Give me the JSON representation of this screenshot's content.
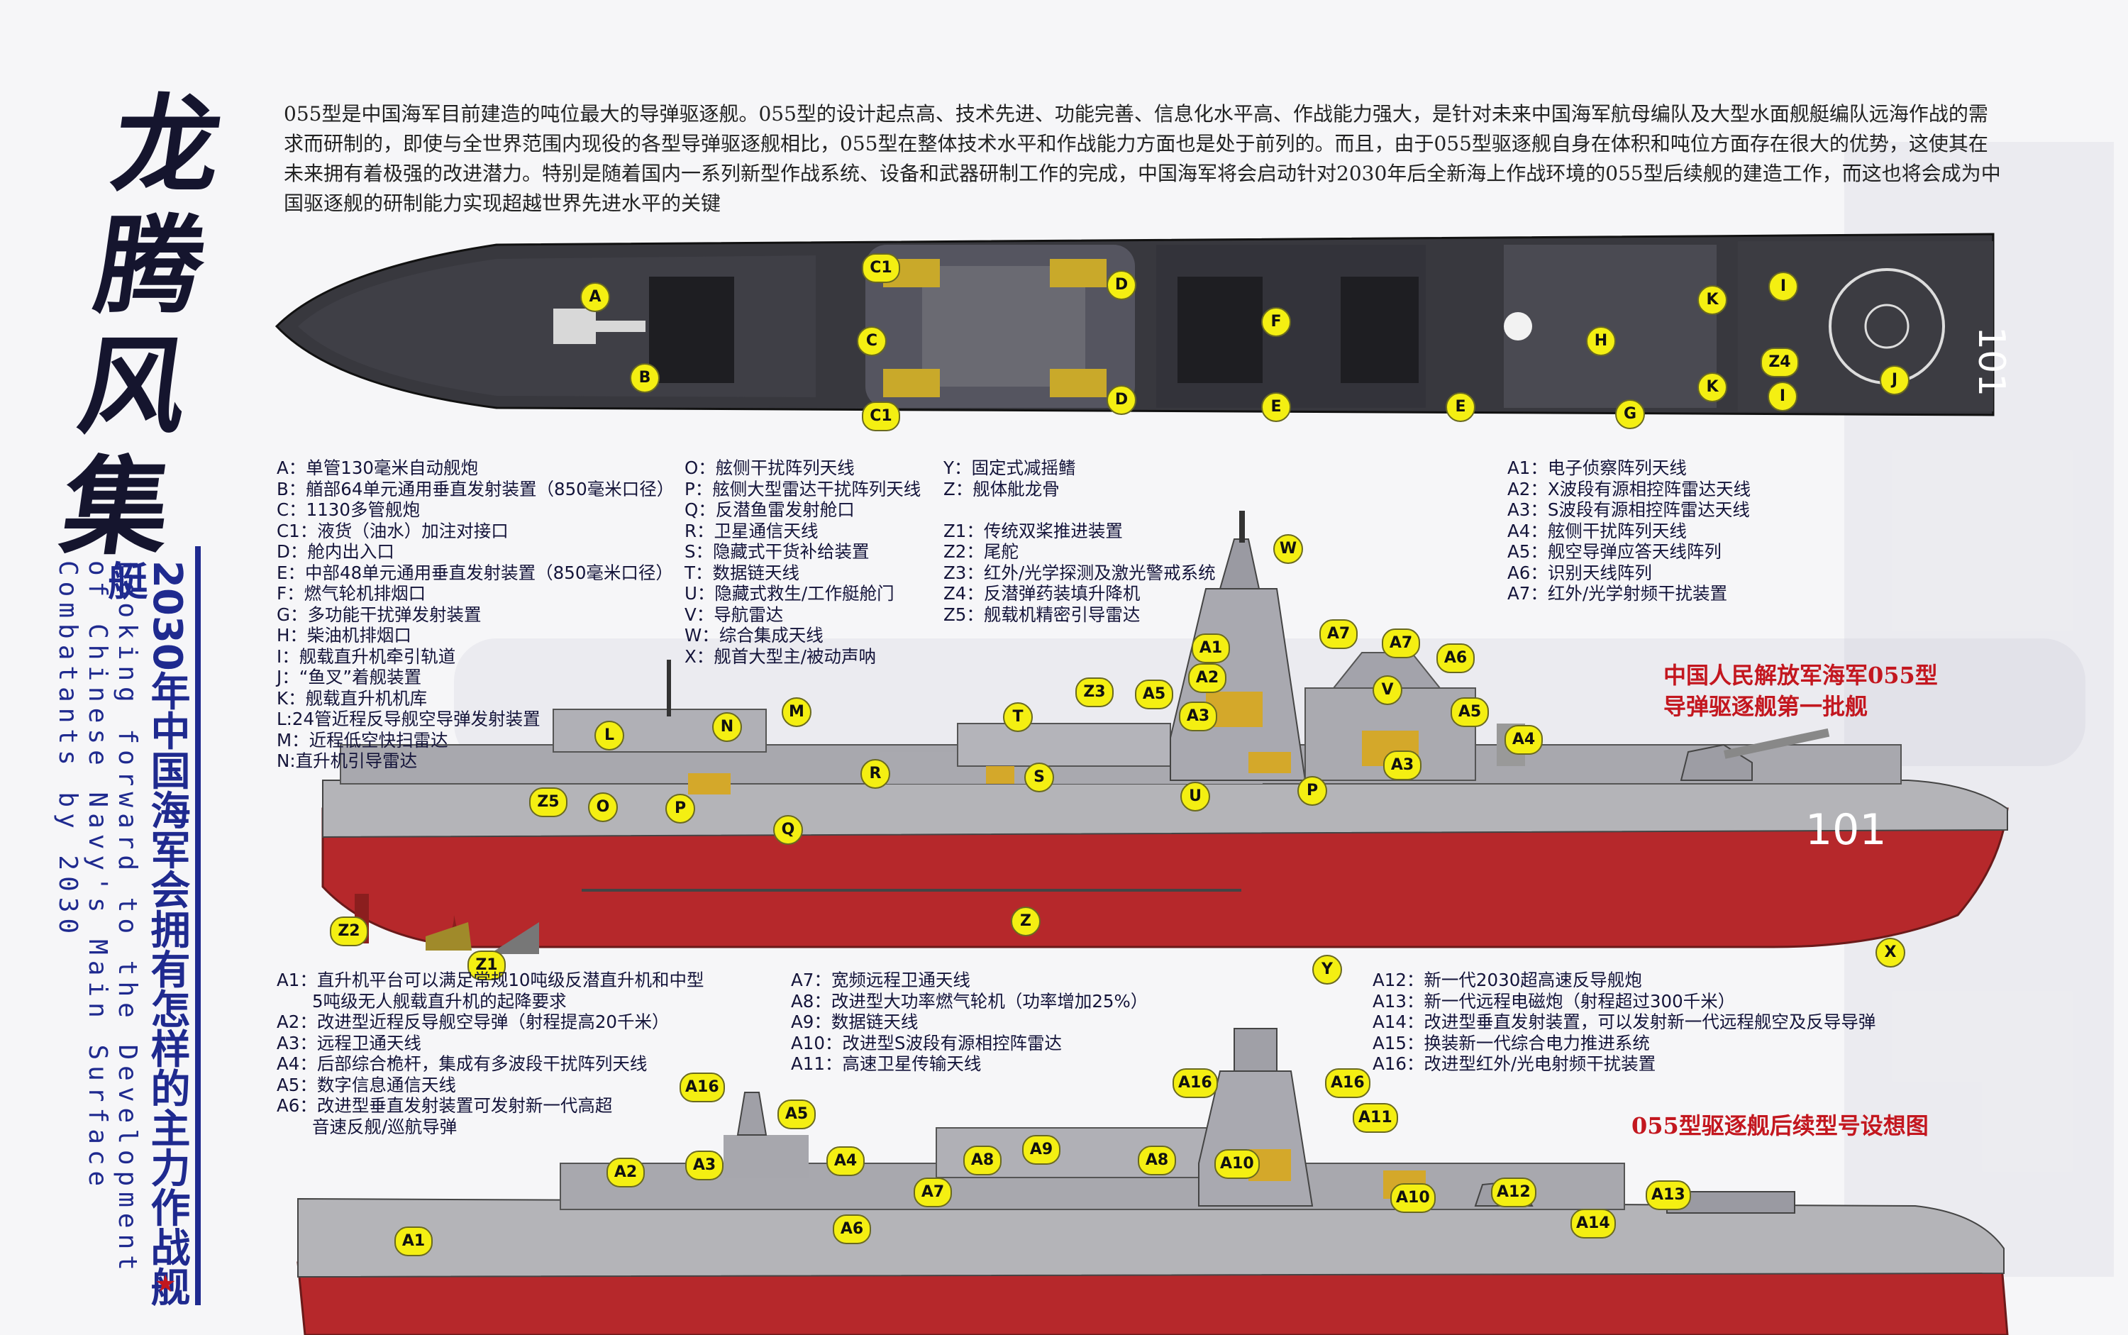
{
  "calligraphy": "龙腾风集",
  "side_title_cn": "2030年中国海军会拥有怎样的主力作战舰艇",
  "side_title_en": "Looking forward to the Development of Chinese Navy's Main Surface Combatants by 2030",
  "intro": "055型是中国海军目前建造的吨位最大的导弹驱逐舰。055型的设计起点高、技术先进、功能完善、信息化水平高、作战能力强大，是针对未来中国海军航母编队及大型水面舰艇编队远海作战的需求而研制的，即使与全世界范围内现役的各型导弹驱逐舰相比，055型在整体技术水平和作战能力方面也是处于前列的。而且，由于055型驱逐舰自身在体积和吨位方面存在很大的优势，这使其在未来拥有着极强的改进潜力。特别是随着国内一系列新型作战系统、设备和武器研制工作的完成，中国海军将会启动针对2030年后全新海上作战环境的055型后续舰的建造工作，而这也将会成为中国驱逐舰的研制能力实现超越世界先进水平的关键",
  "hull_number": "101",
  "legend_col1": [
    "A：单管130毫米自动舰炮",
    "B：艏部64单元通用垂直发射装置（850毫米口径）",
    "C：1130多管舰炮",
    "C1：液货（油水）加注对接口",
    "D：舱内出入口",
    "E：中部48单元通用垂直发射装置（850毫米口径）",
    "F：燃气轮机排烟口",
    "G：多功能干扰弹发射装置",
    "H：柴油机排烟口",
    "I：舰载直升机牵引轨道",
    "J：“鱼叉”着舰装置",
    "K：舰载直升机机库",
    "L:24管近程反导舰空导弹发射装置",
    "M：近程低空快扫雷达",
    "N:直升机引导雷达"
  ],
  "legend_col2": [
    "O：舷侧干扰阵列天线",
    "P：舷侧大型雷达干扰阵列天线",
    "Q：反潜鱼雷发射舱口",
    "R：卫星通信天线",
    "S：隐藏式干货补给装置",
    "T：数据链天线",
    "U：隐藏式救生/工作艇舱门",
    "V：导航雷达",
    "W：综合集成天线",
    "X：舰首大型主/被动声呐"
  ],
  "legend_col3": [
    "Y：固定式减摇鳍",
    "Z：舰体舭龙骨",
    "",
    "Z1：传统双桨推进装置",
    "Z2：尾舵",
    "Z3：红外/光学探测及激光警戒系统",
    "Z4：反潜弹药装填升降机",
    "Z5：舰载机精密引导雷达"
  ],
  "legend_col4": [
    "A1：电子侦察阵列天线",
    "A2：X波段有源相控阵雷达天线",
    "A3：S波段有源相控阵雷达天线",
    "A4：舷侧干扰阵列天线",
    "A5：舰空导弹应答天线阵列",
    "A6：识别天线阵列",
    "A7：红外/光学射频干扰装置"
  ],
  "ship1_title": [
    "中国人民解放军海军055型",
    "导弹驱逐舰第一批舰"
  ],
  "ship2_title": "055型驱逐舰后续型号设想图",
  "future_col1": [
    "A1：直升机平台可以满足常规10吨级反潜直升机和中型",
    "5吨级无人舰载直升机的起降要求",
    "A2：改进型近程反导舰空导弹（射程提高20千米）",
    "A3：远程卫通天线",
    "A4：后部综合桅杆，集成有多波段干扰阵列天线",
    "A5：数字信息通信天线",
    "A6：改进型垂直发射装置可发射新一代高超",
    "音速反舰/巡航导弹"
  ],
  "future_col2": [
    "A7：宽频远程卫通天线",
    "A8：改进型大功率燃气轮机（功率增加25%）",
    "A9：数据链天线",
    "A10：改进型S波段有源相控阵雷达",
    "A11：高速卫星传输天线"
  ],
  "future_col3": [
    "A12：新一代2030超高速反导舰炮",
    "A13：新一代远程电磁炮（射程超过300千米）",
    "A14：改进型垂直发射装置，可以发射新一代远程舰空及反导导弹",
    "A15：换装新一代综合电力推进系统",
    "A16：改进型红外/光电射频干扰装置"
  ],
  "tags_top": [
    "A",
    "B",
    "C1",
    "C",
    "C1",
    "D",
    "D",
    "F",
    "E",
    "E",
    "G",
    "H",
    "K",
    "K",
    "I",
    "I",
    "Z4",
    "J"
  ],
  "tags_side1": [
    "W",
    "A1",
    "A7",
    "A7",
    "A6",
    "A2",
    "A5",
    "V",
    "A5",
    "A3",
    "A4",
    "Z3",
    "A3",
    "L",
    "N",
    "M",
    "T",
    "Z5",
    "O",
    "P",
    "S",
    "R",
    "Q",
    "U",
    "P",
    "Z",
    "Z2",
    "Z1",
    "Y",
    "X"
  ],
  "tags_side2": [
    "A16",
    "A5",
    "A2",
    "A3",
    "A4",
    "A6",
    "A8",
    "A9",
    "A8",
    "A7",
    "A16",
    "A16",
    "A11",
    "A10",
    "A10",
    "A12",
    "A13",
    "A14",
    "A1"
  ],
  "colors": {
    "hull_red": "#b6282b",
    "hull_grey": "#b4b4b8",
    "deck_dark": "#3a3a40",
    "tag_yellow": "#f4ef12",
    "title_red": "#c3171f",
    "accent_blue": "#1f2a8f"
  }
}
